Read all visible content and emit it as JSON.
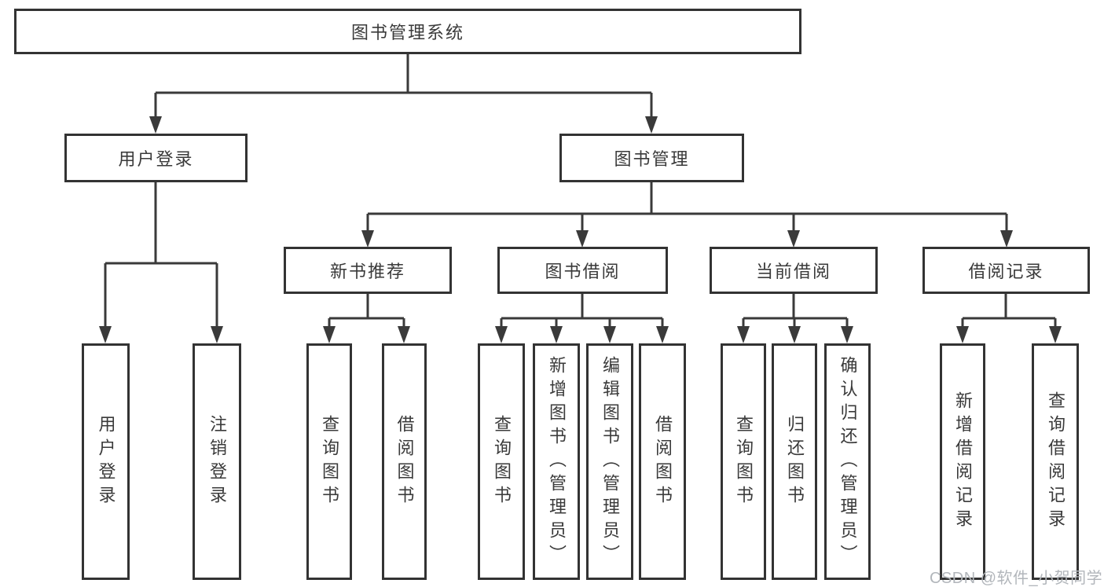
{
  "tree": {
    "root": {
      "label": "图书管理系统"
    },
    "children": [
      {
        "label": "用户登录",
        "children": [
          {
            "label": "用户登录"
          },
          {
            "label": "注销登录"
          }
        ]
      },
      {
        "label": "图书管理",
        "children": [
          {
            "label": "新书推荐",
            "children": [
              {
                "label": "查询图书"
              },
              {
                "label": "借阅图书"
              }
            ]
          },
          {
            "label": "图书借阅",
            "children": [
              {
                "label": "查询图书"
              },
              {
                "label": "新增图书（管理员）"
              },
              {
                "label": "编辑图书（管理员）"
              },
              {
                "label": "借阅图书"
              }
            ]
          },
          {
            "label": "当前借阅",
            "children": [
              {
                "label": "查询图书"
              },
              {
                "label": "归还图书"
              },
              {
                "label": "确认归还（管理员）"
              }
            ]
          },
          {
            "label": "借阅记录",
            "children": [
              {
                "label": "新增借阅记录"
              },
              {
                "label": "查询借阅记录"
              }
            ]
          }
        ]
      }
    ]
  },
  "watermark": {
    "text": "CSDN @软件_小贺同学"
  },
  "colors": {
    "line": "#3a3a3a",
    "box_border": "#333333",
    "text": "#3a3a3a",
    "watermark": "#b2b6bb",
    "background": "#ffffff"
  }
}
